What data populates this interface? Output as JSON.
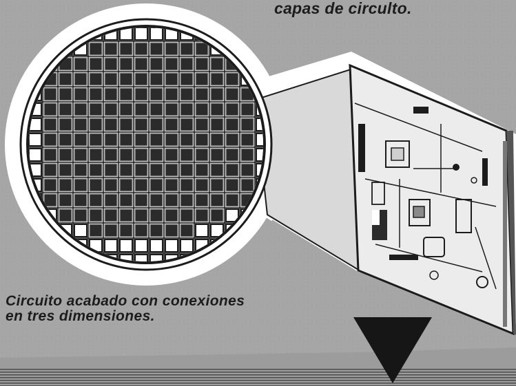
{
  "captions": {
    "top": "capas de circulto.",
    "bottom_line1": "Circuito acabado con conexiones",
    "bottom_line2": "en tres dimensiones."
  },
  "colors": {
    "background": "#a6a6a6",
    "halo": "#ffffff",
    "board": "#ececec",
    "ink": "#1c1c1c",
    "chip_fill": "#2b2b2b"
  },
  "icons": {
    "arrow": "down-triangle-arrow"
  }
}
